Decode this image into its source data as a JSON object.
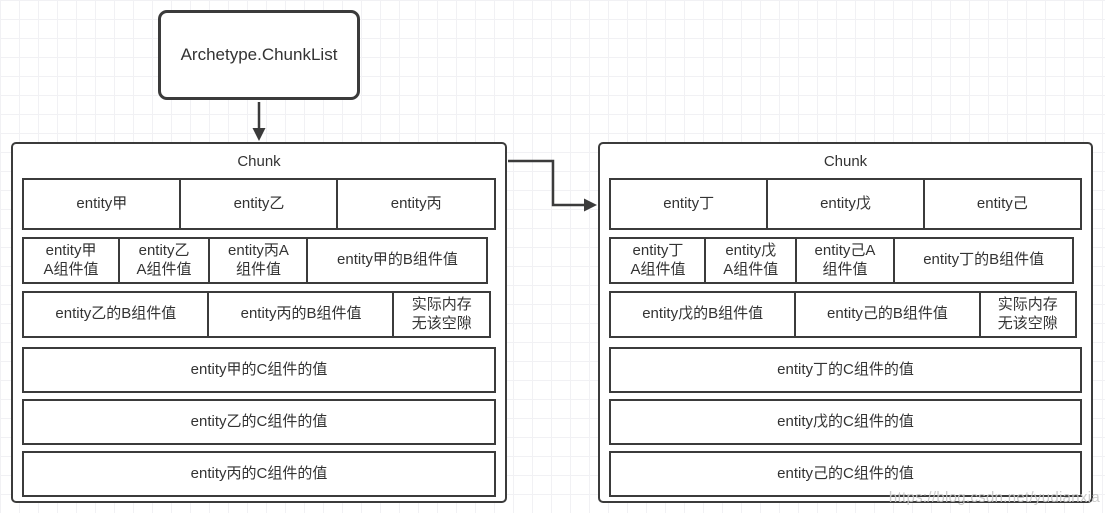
{
  "watermark": "https://blog.csdn.net/yudianxia",
  "archetype": {
    "label": "Archetype.ChunkList"
  },
  "chunks": [
    {
      "title": "Chunk",
      "row1": [
        "entity甲",
        "entity乙",
        "entity丙"
      ],
      "row2": [
        "entity甲\nA组件值",
        "entity乙\nA组件值",
        "entity丙A\n组件值",
        "entity甲的B组件值"
      ],
      "row3": [
        "entity乙的B组件值",
        "entity丙的B组件值",
        "实际内存\n无该空隙"
      ],
      "row4": "entity甲的C组件的值",
      "row5": "entity乙的C组件的值",
      "row6": "entity丙的C组件的值"
    },
    {
      "title": "Chunk",
      "row1": [
        "entity丁",
        "entity戊",
        "entity己"
      ],
      "row2": [
        "entity丁\nA组件值",
        "entity戊\nA组件值",
        "entity己A\n组件值",
        "entity丁的B组件值"
      ],
      "row3": [
        "entity戊的B组件值",
        "entity己的B组件值",
        "实际内存\n无该空隙"
      ],
      "row4": "entity丁的C组件的值",
      "row5": "entity戊的C组件的值",
      "row6": "entity己的C组件的值"
    }
  ]
}
